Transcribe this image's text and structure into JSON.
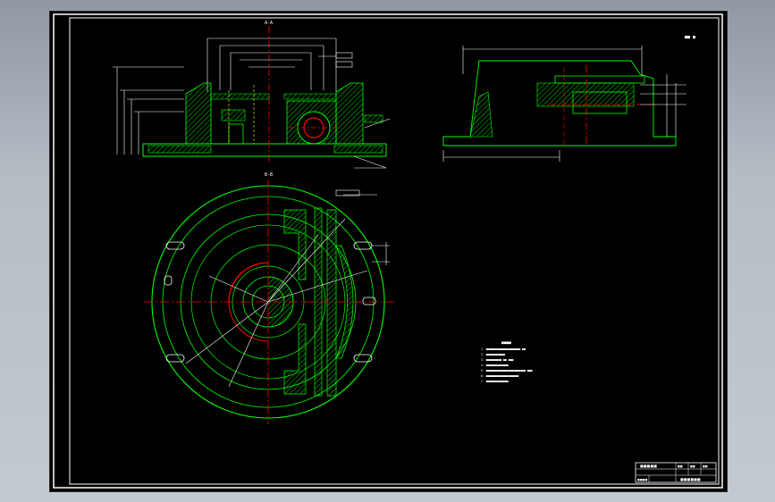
{
  "drawing": {
    "title_block": {
      "title": "■■■■■",
      "drawing_name": "■■■■■■",
      "cells": [
        "■■",
        "■■",
        "■■",
        "■■■■"
      ]
    },
    "technical_requirements": {
      "heading": "■■■■",
      "lines": [
        "1. ■■■■■■■■■■■■■■■■■■■■ ■■",
        "2. ■■■■■■■■■■■",
        "3. ■■■■■■■■■ ■■ ■■■",
        "4. ■■■■■■■■■■■■■",
        "5. ■■■■■■■■■■■■■■■■■■■■■■■ ■■■",
        "6. ■■■■■■■■■■■■■■■■■■■",
        "7. ■■■■■■■■■■■■■"
      ]
    },
    "scale_note": "■■ ■",
    "colors": {
      "background": "#000000",
      "border": "#ffffff",
      "outline": "#00ff00",
      "dimension": "#ffffff",
      "centerline": "#ff0000",
      "hatch": "#00ff00",
      "hidden": "#ffff00"
    }
  }
}
